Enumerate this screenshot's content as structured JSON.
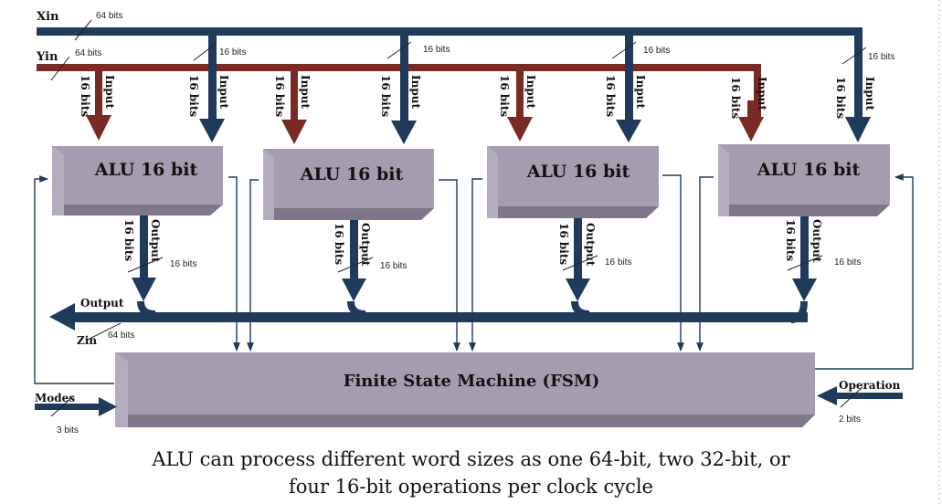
{
  "inputs": {
    "xin": "Xin",
    "yin": "Yin",
    "xin_bits": "64 bits",
    "yin_bits": "64 bits"
  },
  "alus": [
    {
      "title": "ALU 16 bit",
      "input_label": "Input",
      "bits_label": "16 bits",
      "bus_bits": "16 bits",
      "output_label": "Output",
      "output_bits": "16 bits"
    },
    {
      "title": "ALU 16 bit",
      "input_label": "Input",
      "bits_label": "16 bits",
      "bus_bits": "16 bits",
      "output_label": "Output",
      "output_bits": "16 bits"
    },
    {
      "title": "ALU 16 bit",
      "input_label": "Input",
      "bits_label": "16 bits",
      "bus_bits": "16 bits",
      "output_label": "Output",
      "output_bits": "16 bits"
    },
    {
      "title": "ALU 16 bit",
      "input_label": "Input",
      "bits_label": "16 bits",
      "bus_bits": "16 bits",
      "output_label": "Output",
      "output_bits": "16 bits"
    }
  ],
  "output_bus": {
    "label": "Output",
    "zin": "Zin",
    "bits": "64 bits"
  },
  "fsm": {
    "title": "Finite State Machine (FSM)"
  },
  "modes": {
    "label": "Modes",
    "bits": "3 bits"
  },
  "operation": {
    "label": "Operation",
    "bits": "2 bits"
  },
  "caption": {
    "line1": "ALU can process different word sizes as one 64-bit, two 32-bit, or",
    "line2": "four 16-bit operations per clock cycle"
  },
  "colors": {
    "x_bus": "#1f3a5a",
    "y_bus": "#7a2a25",
    "alu_face": "#a59cb0",
    "alu_top": "#c6bfcd",
    "alu_side": "#7f7789"
  }
}
